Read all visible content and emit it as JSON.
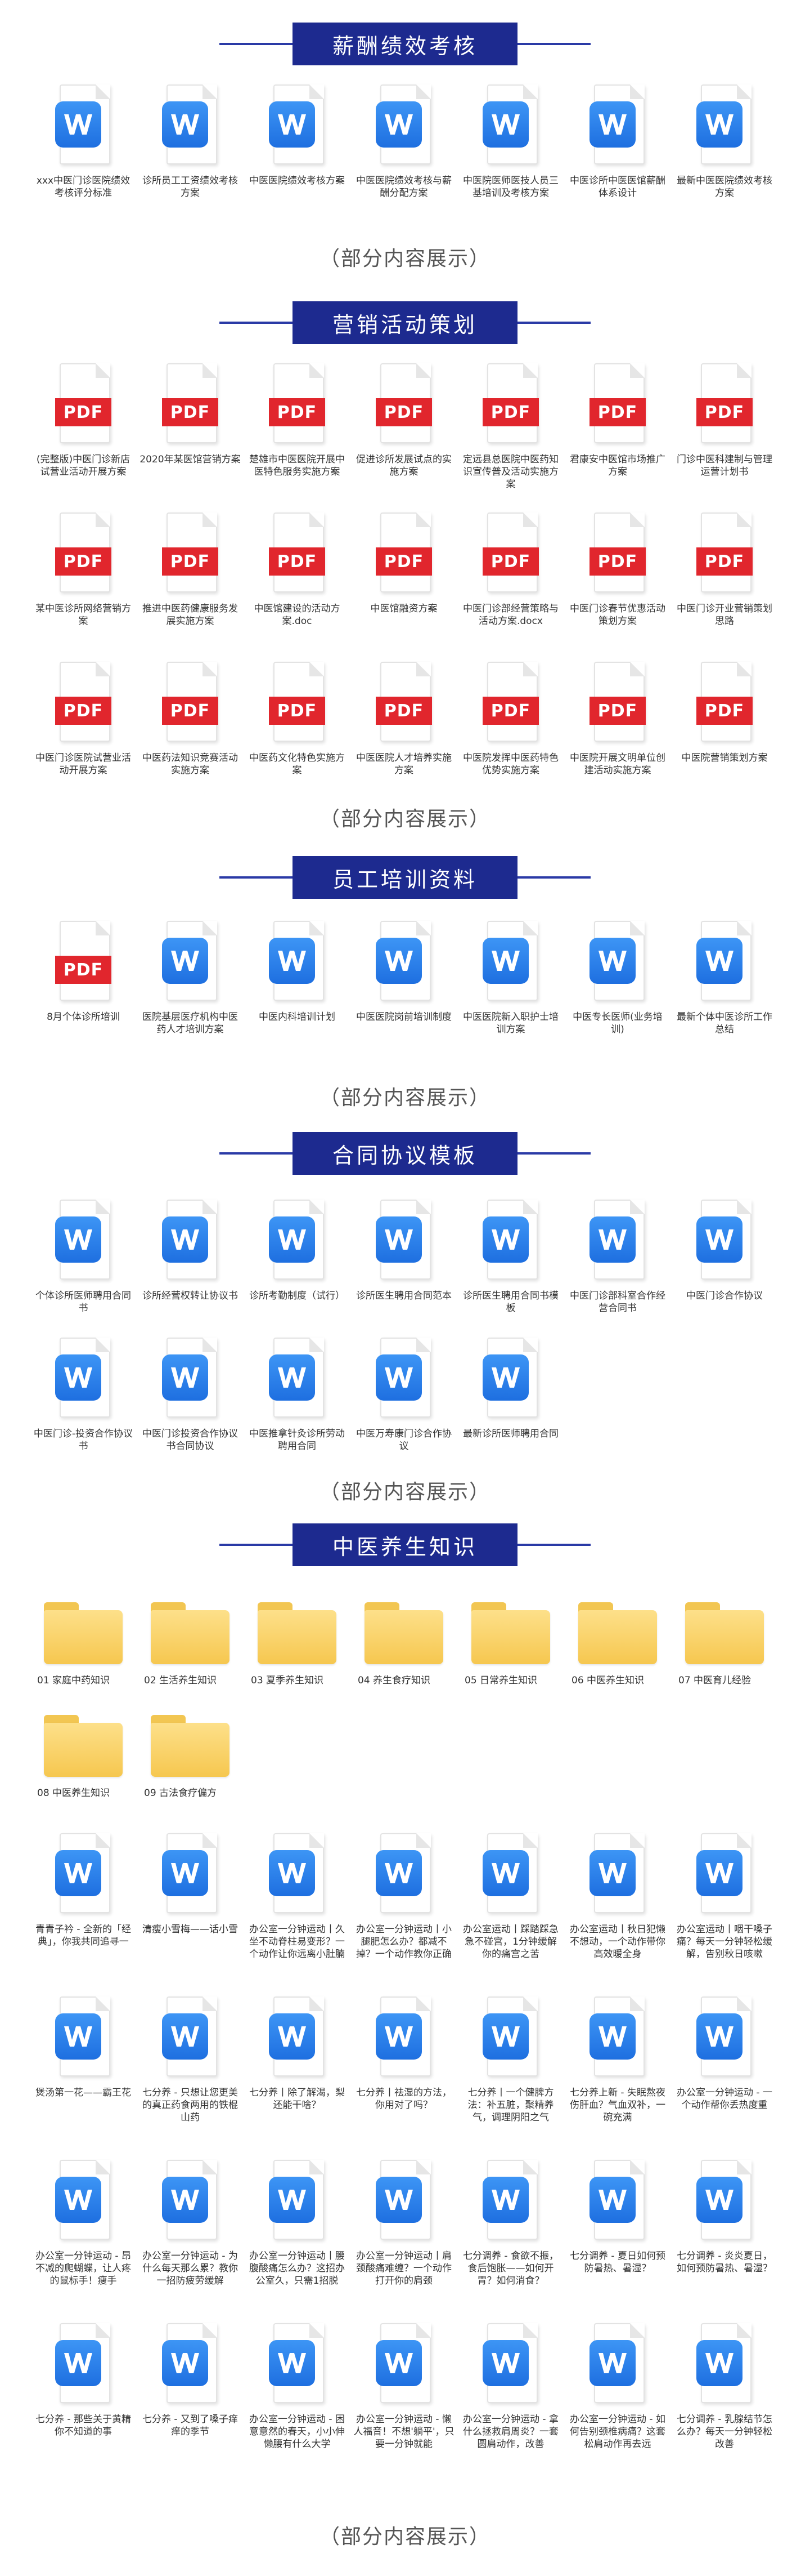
{
  "sections": [
    {
      "title": "薪酬绩效考核",
      "note": "（部分内容展示）",
      "items": [
        {
          "type": "w",
          "label": "xxx中医门诊医院绩效考核评分标准"
        },
        {
          "type": "w",
          "label": "诊所员工工资绩效考核方案"
        },
        {
          "type": "w",
          "label": "中医医院绩效考核方案"
        },
        {
          "type": "w",
          "label": "中医医院绩效考核与薪酬分配方案"
        },
        {
          "type": "w",
          "label": "中医院医师医技人员三基培训及考核方案"
        },
        {
          "type": "w",
          "label": "中医诊所中医医馆薪酬体系设计"
        },
        {
          "type": "w",
          "label": "最新中医医院绩效考核方案"
        }
      ]
    },
    {
      "title": "营销活动策划",
      "note": "（部分内容展示）",
      "items": [
        {
          "type": "pdf",
          "label": "(完整版)中医门诊新店试营业活动开展方案"
        },
        {
          "type": "pdf",
          "label": "2020年某医馆营销方案"
        },
        {
          "type": "pdf",
          "label": "楚雄市中医医院开展中医特色服务实施方案"
        },
        {
          "type": "pdf",
          "label": "促进诊所发展试点的实施方案"
        },
        {
          "type": "pdf",
          "label": "定远县总医院中医药知识宣传普及活动实施方案"
        },
        {
          "type": "pdf",
          "label": "君康安中医馆市场推广方案"
        },
        {
          "type": "pdf",
          "label": "门诊中医科建制与管理运营计划书"
        },
        {
          "type": "pdf",
          "label": "某中医诊所网络营销方案"
        },
        {
          "type": "pdf",
          "label": "推进中医药健康服务发展实施方案"
        },
        {
          "type": "pdf",
          "label": "中医馆建设的活动方案.doc"
        },
        {
          "type": "pdf",
          "label": "中医馆融资方案"
        },
        {
          "type": "pdf",
          "label": "中医门诊部经营策略与活动方案.docx"
        },
        {
          "type": "pdf",
          "label": "中医门诊春节优惠活动策划方案"
        },
        {
          "type": "pdf",
          "label": "中医门诊开业营销策划思路"
        },
        {
          "type": "pdf",
          "label": "中医门诊医院试营业活动开展方案"
        },
        {
          "type": "pdf",
          "label": "中医药法知识竞赛活动实施方案"
        },
        {
          "type": "pdf",
          "label": "中医药文化特色实施方案"
        },
        {
          "type": "pdf",
          "label": "中医医院人才培养实施方案"
        },
        {
          "type": "pdf",
          "label": "中医院发挥中医药特色优势实施方案"
        },
        {
          "type": "pdf",
          "label": "中医院开展文明单位创建活动实施方案"
        },
        {
          "type": "pdf",
          "label": "中医院营销策划方案"
        }
      ]
    },
    {
      "title": "员工培训资料",
      "note": "（部分内容展示）",
      "items": [
        {
          "type": "pdf",
          "label": "8月个体诊所培训"
        },
        {
          "type": "w",
          "label": "医院基层医疗机构中医药人才培训方案"
        },
        {
          "type": "w",
          "label": "中医内科培训计划"
        },
        {
          "type": "w",
          "label": "中医医院岗前培训制度"
        },
        {
          "type": "w",
          "label": "中医医院新入职护士培训方案"
        },
        {
          "type": "w",
          "label": "中医专长医师(业务培训)"
        },
        {
          "type": "w",
          "label": "最新个体中医诊所工作总结"
        }
      ]
    },
    {
      "title": "合同协议模板",
      "note": "（部分内容展示）",
      "items": [
        {
          "type": "w",
          "label": "个体诊所医师聘用合同书"
        },
        {
          "type": "w",
          "label": "诊所经营权转让协议书"
        },
        {
          "type": "w",
          "label": "诊所考勤制度（试行）"
        },
        {
          "type": "w",
          "label": "诊所医生聘用合同范本"
        },
        {
          "type": "w",
          "label": "诊所医生聘用合同书模板"
        },
        {
          "type": "w",
          "label": "中医门诊部科室合作经营合同书"
        },
        {
          "type": "w",
          "label": "中医门诊合作协议"
        },
        {
          "type": "w",
          "label": "中医门诊-投资合作协议书"
        },
        {
          "type": "w",
          "label": "中医门诊投资合作协议书合同协议"
        },
        {
          "type": "w",
          "label": "中医推拿针灸诊所劳动聘用合同"
        },
        {
          "type": "w",
          "label": "中医万寿康门诊合作协议"
        },
        {
          "type": "w",
          "label": "最新诊所医师聘用合同"
        }
      ]
    },
    {
      "title": "中医养生知识",
      "note": "（部分内容展示）",
      "folders": [
        "01 家庭中药知识",
        "02 生活养生知识",
        "03 夏季养生知识",
        "04 养生食疗知识",
        "05 日常养生知识",
        "06 中医养生知识",
        "07 中医育儿经验",
        "08 中医养生知识",
        "09 古法食疗偏方"
      ],
      "items": [
        {
          "type": "w",
          "label": "青青子衿 - 全新的「经典」，你我共同追寻一"
        },
        {
          "type": "w",
          "label": "清瘦小雪梅——话小雪"
        },
        {
          "type": "w",
          "label": "办公室一分钟运动丨久坐不动脊柱易变形？一个动作让你远离小肚腩"
        },
        {
          "type": "w",
          "label": "办公室一分钟运动丨小腿肥怎么办？都减不掉？一个动作教你正确"
        },
        {
          "type": "w",
          "label": "办公室运动丨踩踏踩急急不碰宫，1分钟缓解你的痛宫之苦"
        },
        {
          "type": "w",
          "label": "办公室运动丨秋日犯懒不想动，一个动作带你高效暖全身"
        },
        {
          "type": "w",
          "label": "办公室运动丨咽干嗓子痛？每天一分钟轻松缓解，告别秋日咳嗽"
        },
        {
          "type": "w",
          "label": "煲汤第一花——霸王花"
        },
        {
          "type": "w",
          "label": "七分养 - 只想让您更美的真正药食两用的铁棍山药"
        },
        {
          "type": "w",
          "label": "七分养丨除了解渴，梨还能干啥？"
        },
        {
          "type": "w",
          "label": "七分养丨祛湿的方法，你用对了吗？"
        },
        {
          "type": "w",
          "label": "七分养丨一个健脾方法：补五脏，聚精养气，调理阴阳之气"
        },
        {
          "type": "w",
          "label": "七分养上新 - 失眠熬夜伤肝血？气血双补，一碗充满"
        },
        {
          "type": "w",
          "label": "办公室一分钟运动 - 一个动作帮你丢热度重"
        },
        {
          "type": "w",
          "label": "办公室一分钟运动 - 昂不减的爬蝴蝶，让人疼的鼠标手！瘦手"
        },
        {
          "type": "w",
          "label": "办公室一分钟运动 - 为什么每天那么累？教你一招防疲劳缓解"
        },
        {
          "type": "w",
          "label": "办公室一分钟运动丨腰腹酸痛怎么办？这招办公室久，只需1招脱"
        },
        {
          "type": "w",
          "label": "办公室一分钟运动丨肩颈酸痛难缠？一个动作打开你的肩颈"
        },
        {
          "type": "w",
          "label": "七分调养 - 食欲不振，食后饱胀——如何开胃？如何消食？"
        },
        {
          "type": "w",
          "label": "七分调养 - 夏日如何预防暑热、暑湿？"
        },
        {
          "type": "w",
          "label": "七分调养 - 炎炎夏日，如何预防暑热、暑湿？"
        },
        {
          "type": "w",
          "label": "七分养 - 那些关于黄精你不知道的事"
        },
        {
          "type": "w",
          "label": "七分养 - 又到了嗓子痒痒的季节"
        },
        {
          "type": "w",
          "label": "办公室一分钟运动 - 困意意然的春天，小小伸懒腰有什么大学"
        },
        {
          "type": "w",
          "label": "办公室一分钟运动 - 懒人福音！不想'躺平'，只要一分钟就能"
        },
        {
          "type": "w",
          "label": "办公室一分钟运动 - 拿什么拯救肩周炎？一套圆肩动作，改善"
        },
        {
          "type": "w",
          "label": "办公室一分钟运动 - 如何告别颈椎病痛？这套松肩动作再去远"
        },
        {
          "type": "w",
          "label": "七分调养 - 乳腺结节怎么办？每天一分钟轻松改善"
        }
      ]
    }
  ]
}
